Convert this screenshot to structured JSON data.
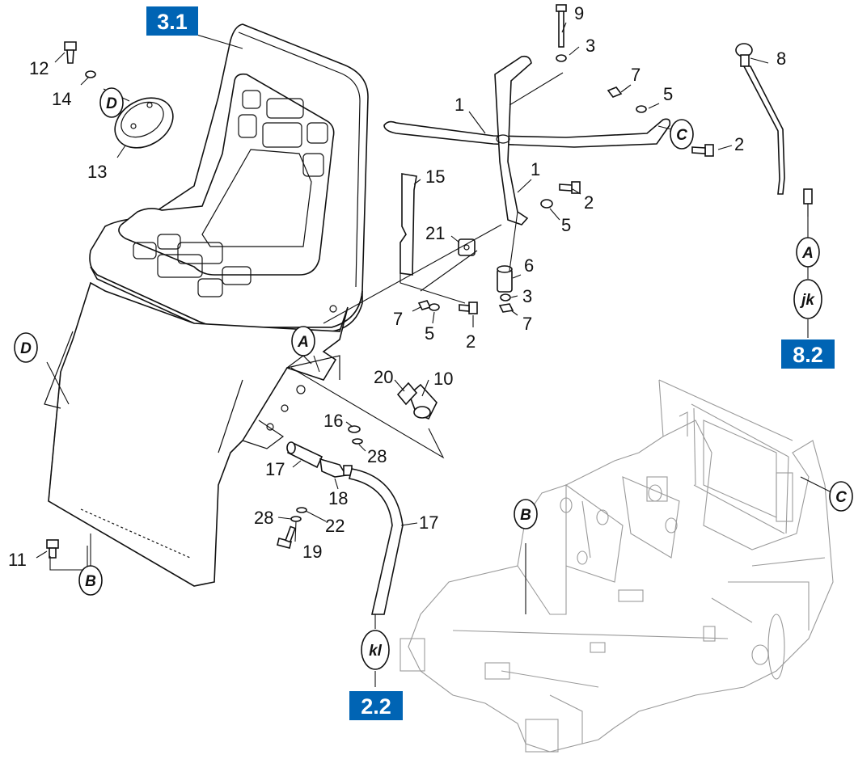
{
  "colors": {
    "ref_box": "#0064b4",
    "frame": "#9a9a9a",
    "ink": "#111111"
  },
  "reference_boxes": {
    "seat": "3.1",
    "lever": "8.2",
    "hose": "2.2"
  },
  "callouts": {
    "A": "A",
    "B": "B",
    "C": "C",
    "D": "D",
    "jk": "jk",
    "kl": "kl"
  },
  "part_numbers": {
    "n1": "1",
    "n2": "2",
    "n3": "3",
    "n5": "5",
    "n6": "6",
    "n7": "7",
    "n8": "8",
    "n9": "9",
    "n10": "10",
    "n11": "11",
    "n12": "12",
    "n13": "13",
    "n14": "14",
    "n15": "15",
    "n16": "16",
    "n17": "17",
    "n18": "18",
    "n19": "19",
    "n20": "20",
    "n21": "21",
    "n22": "22",
    "n28": "28"
  }
}
